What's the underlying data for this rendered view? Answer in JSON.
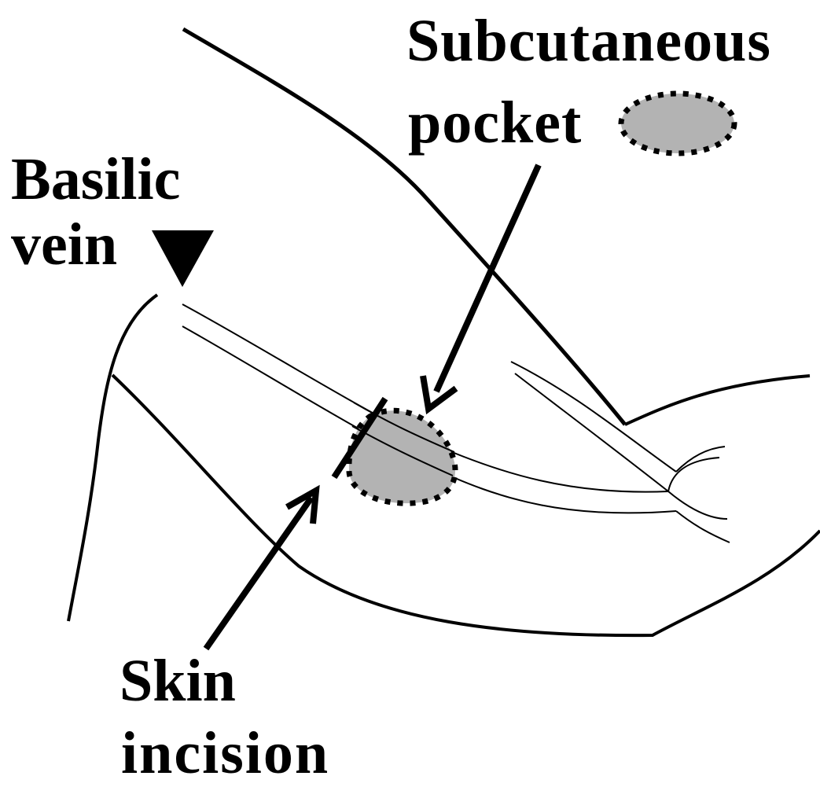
{
  "labels": {
    "subcutaneous": "Subcutaneous",
    "pocket": "pocket",
    "basilic": "Basilic",
    "vein": "vein",
    "skin": "Skin",
    "incision": "incision"
  },
  "colors": {
    "ink": "#000000",
    "pocket_fill": "#b3b3b3",
    "background": "#ffffff"
  }
}
